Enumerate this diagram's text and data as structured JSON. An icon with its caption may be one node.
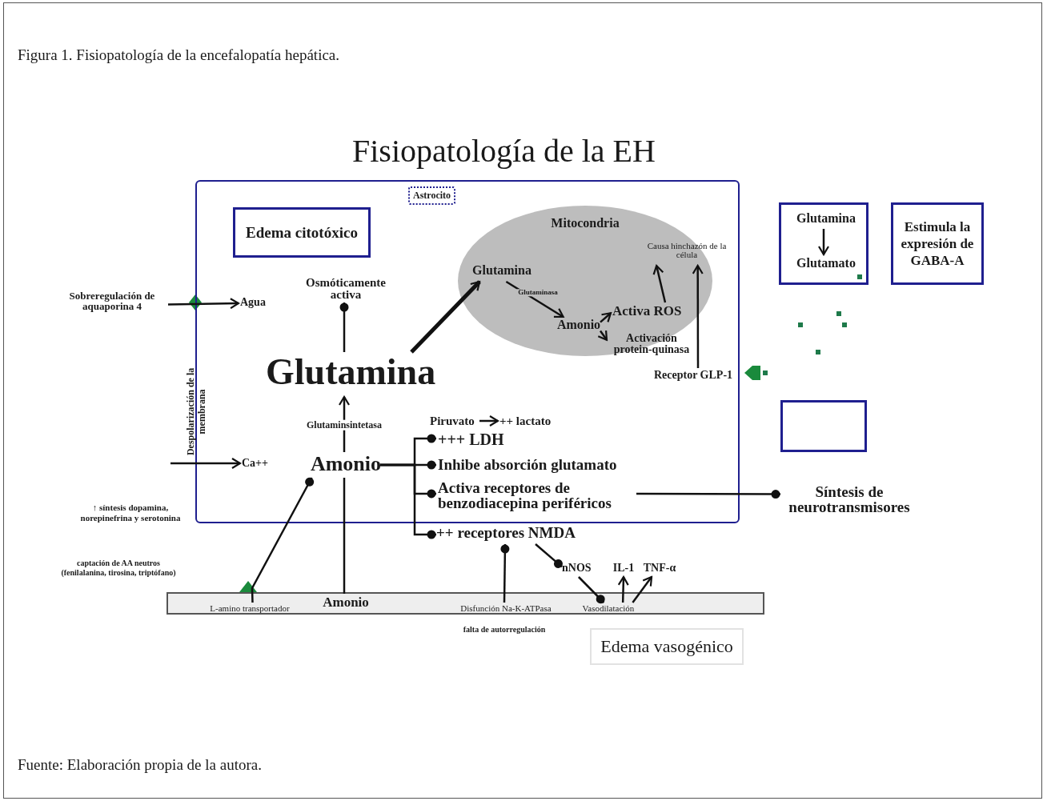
{
  "diagram": {
    "title": "Fisiopatología de la EH",
    "caption": "Figura 1. Fisiopatología de la encefalopatía hepática.",
    "nodes": [
      {
        "text": [
          "Astrocito"
        ]
      },
      {
        "text": [
          "Edema citotóxico"
        ],
        "in": 0
      },
      {
        "text": [
          "Mitocondria"
        ],
        "in": 0
      },
      {
        "text": [
          "Glutamina"
        ],
        "in": 2
      },
      {
        "text": [
          "Amonio"
        ],
        "in": 2
      },
      {
        "text": [
          "Activa ROS"
        ],
        "in": 2
      },
      {
        "text": [
          "Causa hinchazón de la célula"
        ],
        "in": 2
      },
      {
        "text": [
          "Activación protein-quinasa"
        ],
        "in": 2
      },
      {
        "text": [
          "Receptor GLP-1"
        ],
        "in": 0
      },
      {
        "text": [
          "Osmóticamente activa"
        ],
        "in": 0
      },
      {
        "text": [
          "Glutamina"
        ],
        "in": 0
      },
      {
        "text": [
          "Amonio"
        ],
        "in": 0
      },
      {
        "text": [
          "Agua"
        ],
        "in": 0
      },
      {
        "text": [
          "Piruvato"
        ],
        "in": 0
      },
      {
        "text": [
          "++ lactato"
        ],
        "in": 0
      },
      {
        "text": [
          "+++ LDH"
        ],
        "in": 0
      },
      {
        "text": [
          "Inhibe absorción glutamato"
        ],
        "in": 0
      },
      {
        "text": [
          "Activa receptores de benzodiacepina periféricos"
        ],
        "in": 0
      },
      {
        "text": [
          "++ receptores NMDA"
        ]
      },
      {
        "text": [
          "Sobreregulación de aquaporina 4"
        ]
      },
      {
        "text": [
          "Ca++"
        ],
        "in": 0
      },
      {
        "text": [
          "Síntesis de neurotransmisores"
        ]
      },
      {
        "text": [
          "nNOS"
        ]
      },
      {
        "text": [
          "IL-1"
        ]
      },
      {
        "text": [
          "TNF-α"
        ]
      },
      {
        "text": [],
        "shape": "bar"
      },
      {
        "text": [
          "L-amino transportador"
        ],
        "in": 25
      },
      {
        "text": [
          "Amonio"
        ],
        "in": 25
      },
      {
        "text": [
          "Disfunción Na-K-ATPasa"
        ],
        "in": 25
      },
      {
        "text": [
          "Vasodilatación"
        ],
        "in": 25
      },
      {
        "text": [
          "Edema vasogénico"
        ]
      },
      {
        "text": [],
        "shape": "box"
      },
      {
        "text": [
          "Glutamina"
        ],
        "in": 31
      },
      {
        "text": [
          "Glutamato"
        ],
        "in": 31
      },
      {
        "text": [
          "Estimula la expresión de GABA-A"
        ]
      },
      {
        "text": [],
        "shape": "box"
      }
    ],
    "edges": [
      {
        "from": 10,
        "to": 3,
        "arrow": "to",
        "style": "thick"
      },
      {
        "from": 3,
        "to": 4,
        "arrow": "to",
        "label": "Glutaminasa"
      },
      {
        "from": 4,
        "to": 5,
        "arrow": "to"
      },
      {
        "from": 4,
        "to": 7,
        "arrow": "to"
      },
      {
        "from": 5,
        "to": 6,
        "arrow": "to"
      },
      {
        "from": 8,
        "to": 6,
        "arrow": "to"
      },
      {
        "from": 10,
        "to": 9,
        "arrow": "other"
      },
      {
        "from": 11,
        "to": 10,
        "arrow": "to",
        "label": "Glutaminsintetasa"
      },
      {
        "from": 13,
        "to": 14,
        "arrow": "to"
      },
      {
        "from": 11,
        "to": 15,
        "arrow": "other"
      },
      {
        "from": 11,
        "to": 16,
        "arrow": "other"
      },
      {
        "from": 11,
        "to": 17,
        "arrow": "other"
      },
      {
        "from": 11,
        "to": 18,
        "arrow": "other"
      },
      {
        "from": 17,
        "to": 21,
        "arrow": "other"
      },
      {
        "from": 19,
        "to": 12,
        "arrow": "to"
      },
      {
        "from": null,
        "to": 20,
        "arrow": "to"
      },
      {
        "from": 26,
        "to": 11,
        "arrow": "other"
      },
      {
        "from": 27,
        "to": 11,
        "arrow": "none"
      },
      {
        "from": 28,
        "to": 18,
        "arrow": "other"
      },
      {
        "from": 18,
        "to": 22,
        "arrow": "other"
      },
      {
        "from": 22,
        "to": 29,
        "arrow": "other"
      },
      {
        "from": 29,
        "to": 23,
        "arrow": "to"
      },
      {
        "from": 29,
        "to": 24,
        "arrow": "to"
      },
      {
        "from": 32,
        "to": 33,
        "arrow": "to"
      }
    ],
    "labels": [
      "Despolarización de la membrana",
      "↑ síntesis dopamina, norepinefrina y serotonina",
      "captación de AA neutros (fenilalanina, tirosina, triptófano)",
      "falta de autorregulación",
      "Fuente: Elaboración propia de la autora."
    ]
  }
}
